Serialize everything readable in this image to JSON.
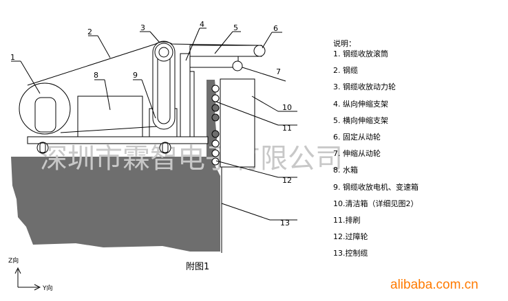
{
  "legend": {
    "title": "说明：",
    "items": [
      "1. 钢缆收放滚筒",
      "2. 钢缆",
      "3. 钢缆收放动力轮",
      "4. 纵向伸缩支架",
      "5. 横向伸缩支架",
      "6. 固定从动轮",
      "7. 伸缩从动轮",
      "8. 水箱",
      "9. 钢缆收放电机、变速箱",
      "10.清洁箱（详细见图2）",
      "11.排刷",
      "12.过障轮",
      "13.控制缆"
    ]
  },
  "callouts": [
    "1",
    "2",
    "3",
    "4",
    "5",
    "6",
    "7",
    "8",
    "9",
    "10",
    "11",
    "12",
    "13"
  ],
  "figure_caption": "附图1",
  "axes": {
    "z_label": "Z向",
    "y_label": "Y向"
  },
  "watermark": "深圳市霖智电子有限公司",
  "brand": "alibaba.com.cn",
  "colors": {
    "ground": "#6e6e6e",
    "line": "#000000",
    "watermark": "#c8c8c8",
    "brand": "#ff7a00"
  }
}
